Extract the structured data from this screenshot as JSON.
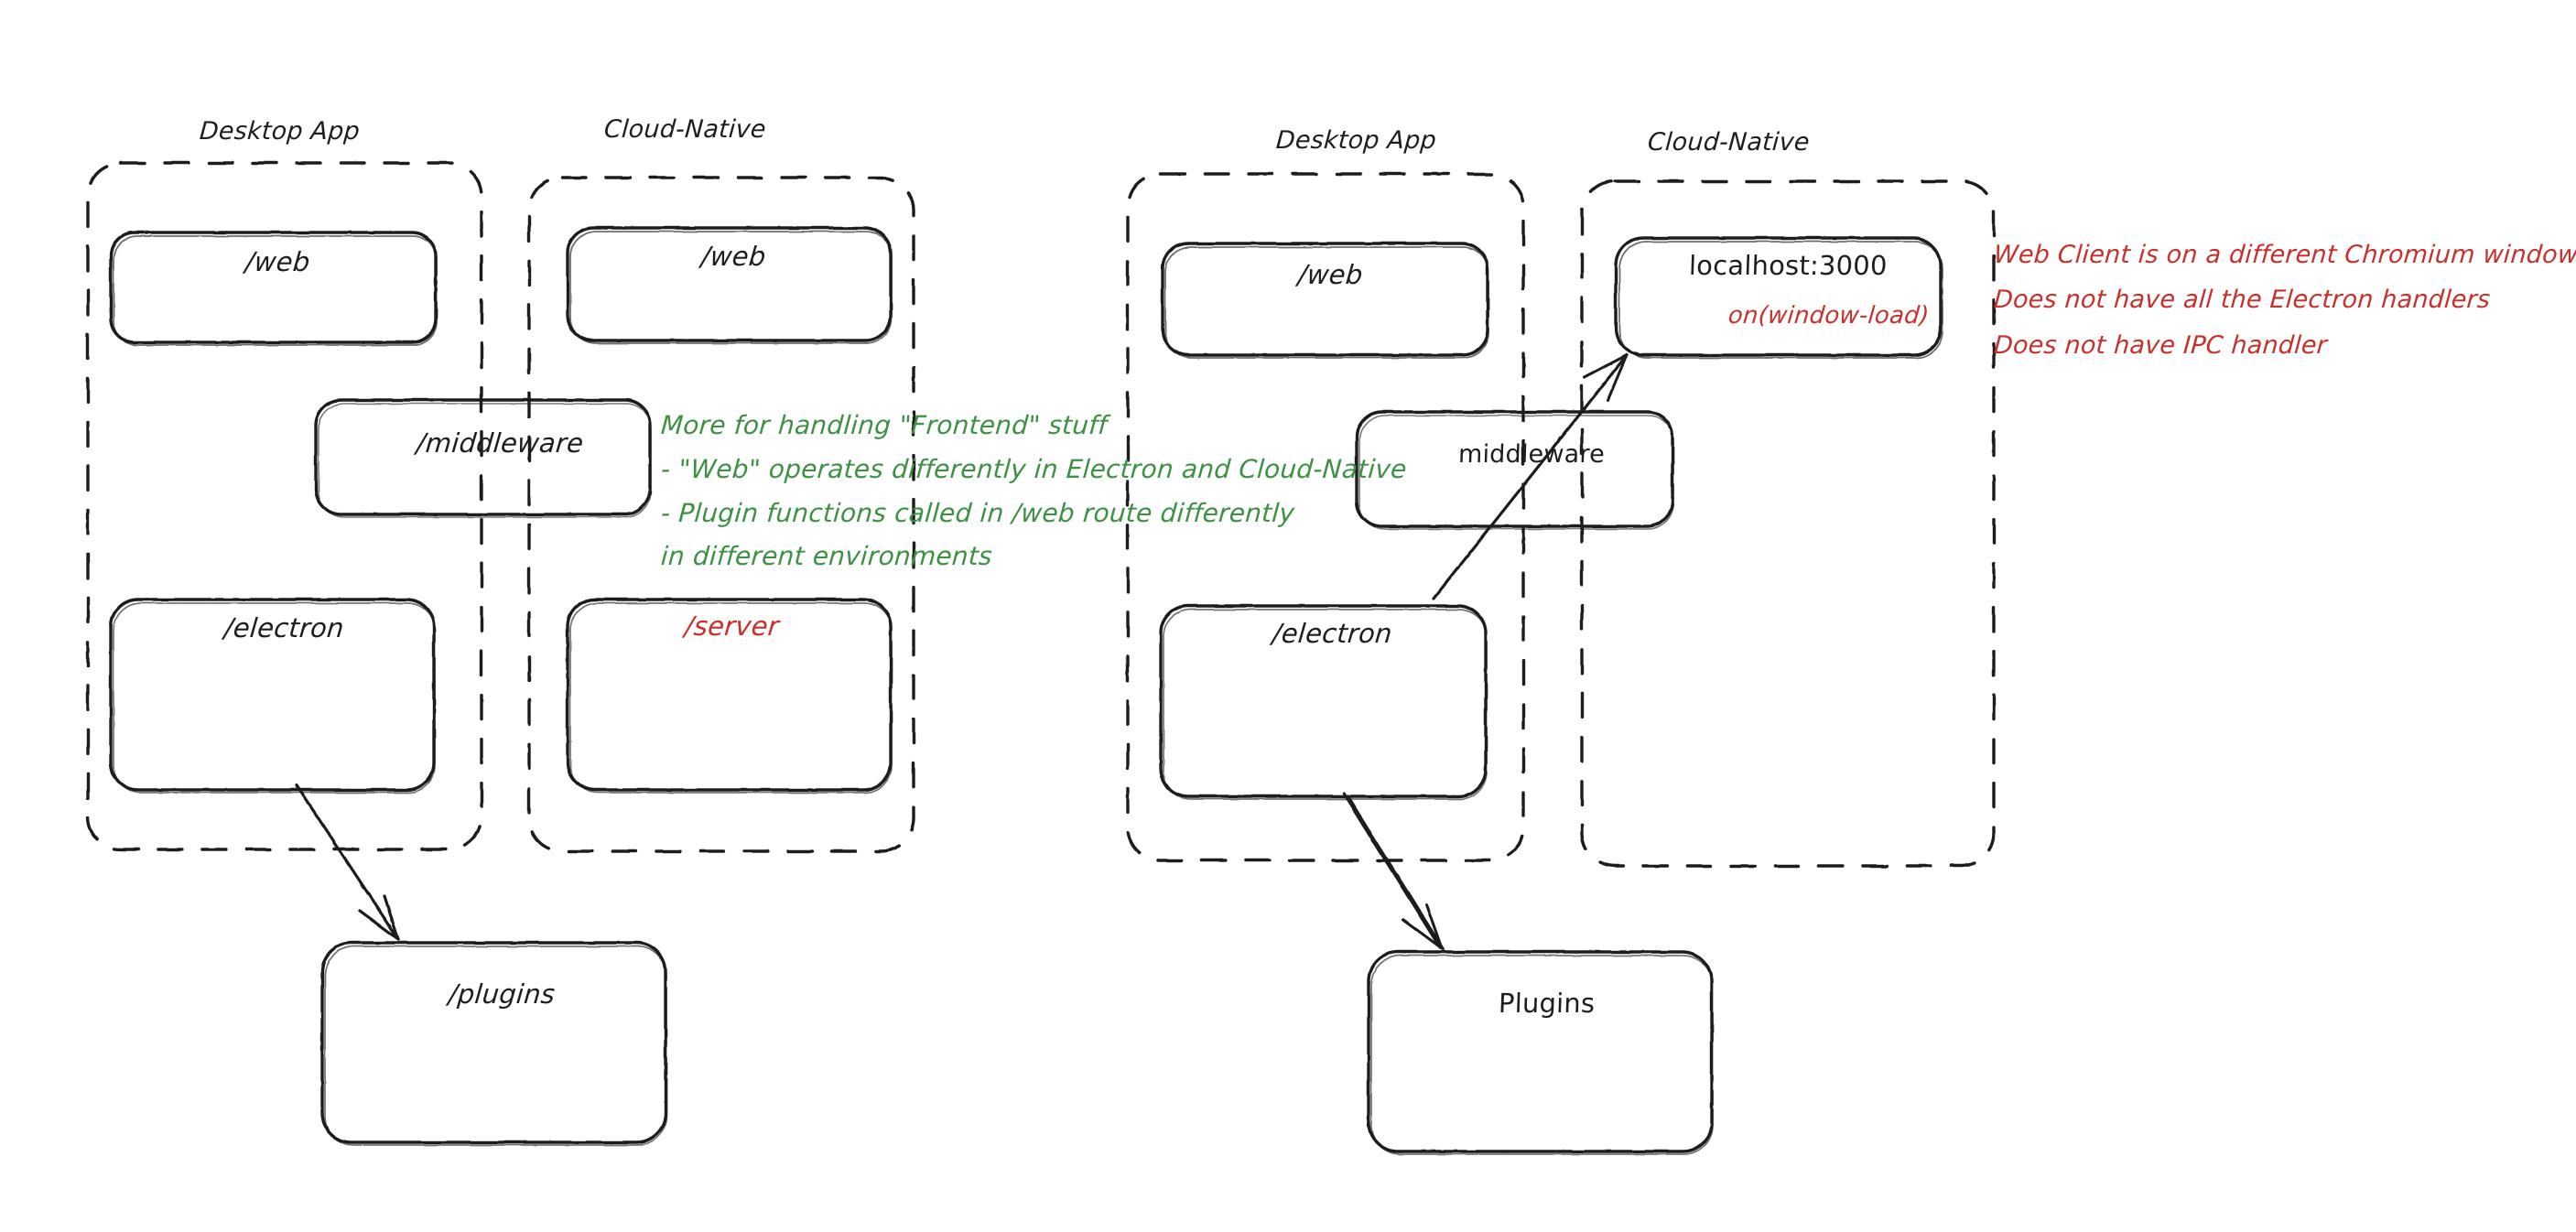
{
  "diagram": {
    "title_left": "Desktop App",
    "title_right": "Cloud-Native",
    "colors": {
      "stroke": "#1e1e1e",
      "green": "#3d9142",
      "red": "#c9302c",
      "background": "#ffffff"
    }
  },
  "left_diagram": {
    "groups": [
      {
        "label": "Desktop App"
      },
      {
        "label": "Cloud-Native"
      }
    ],
    "nodes": [
      {
        "label": "/web"
      },
      {
        "label": "/web"
      },
      {
        "label": "/middleware"
      },
      {
        "label": "/electron"
      },
      {
        "label": "/server"
      },
      {
        "label": "/plugins"
      }
    ],
    "note_green": {
      "line1": "More for handling \"Frontend\" stuff",
      "line2": "- \"Web\" operates differently in Electron and Cloud-Native",
      "line3": "- Plugin functions called in /web route differently",
      "line4": "in different environments"
    }
  },
  "right_diagram": {
    "groups": [
      {
        "label": "Desktop App"
      },
      {
        "label": "Cloud-Native"
      }
    ],
    "nodes": [
      {
        "label": "/web"
      },
      {
        "label": "localhost:3000",
        "sublabel": "on(window-load)"
      },
      {
        "label": "middleware"
      },
      {
        "label": "/electron"
      },
      {
        "label": "Plugins"
      }
    ],
    "note_red": {
      "line1": "Web Client is on a different Chromium window",
      "line2": "Does not have all the Electron handlers",
      "line3": "Does not have IPC handler"
    }
  }
}
